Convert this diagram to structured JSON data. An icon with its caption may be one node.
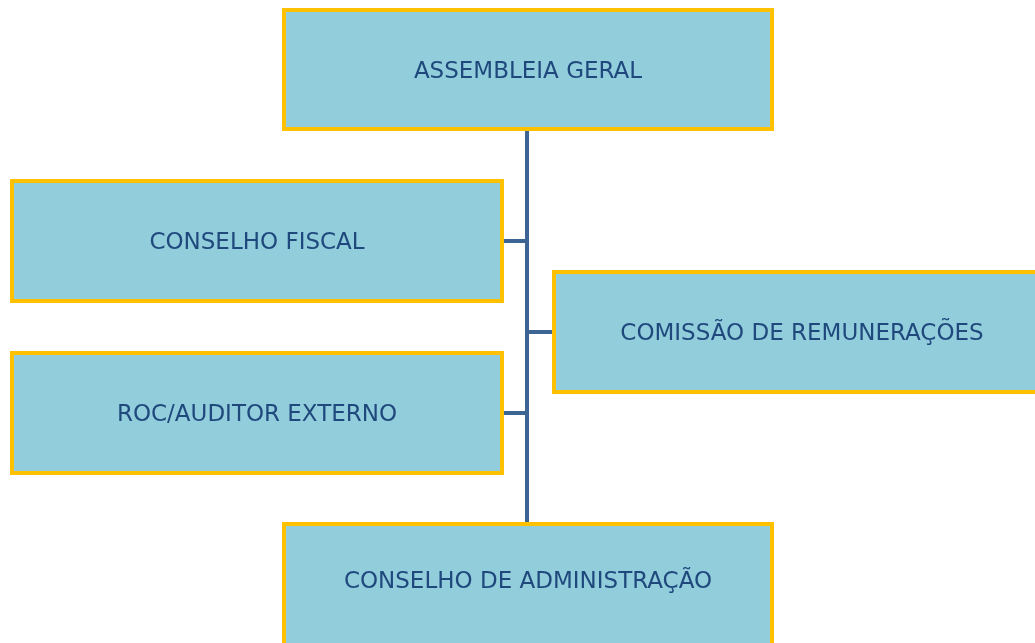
{
  "diagram": {
    "nodes": [
      {
        "text": [
          "ASSEMBLEIA GERAL"
        ]
      },
      {
        "text": [
          "CONSELHO FISCAL"
        ]
      },
      {
        "text": [
          "COMISSÃO DE REMUNERAÇÕES"
        ]
      },
      {
        "text": [
          "ROC/AUDITOR EXTERNO"
        ]
      },
      {
        "text": [
          "CONSELHO DE ADMINISTRAÇÃO"
        ]
      }
    ],
    "edges": [
      {
        "from": 0,
        "to": 1,
        "arrow": "none"
      },
      {
        "from": 0,
        "to": 2,
        "arrow": "none"
      },
      {
        "from": 0,
        "to": 3,
        "arrow": "none"
      },
      {
        "from": 0,
        "to": 4,
        "arrow": "none"
      }
    ]
  }
}
